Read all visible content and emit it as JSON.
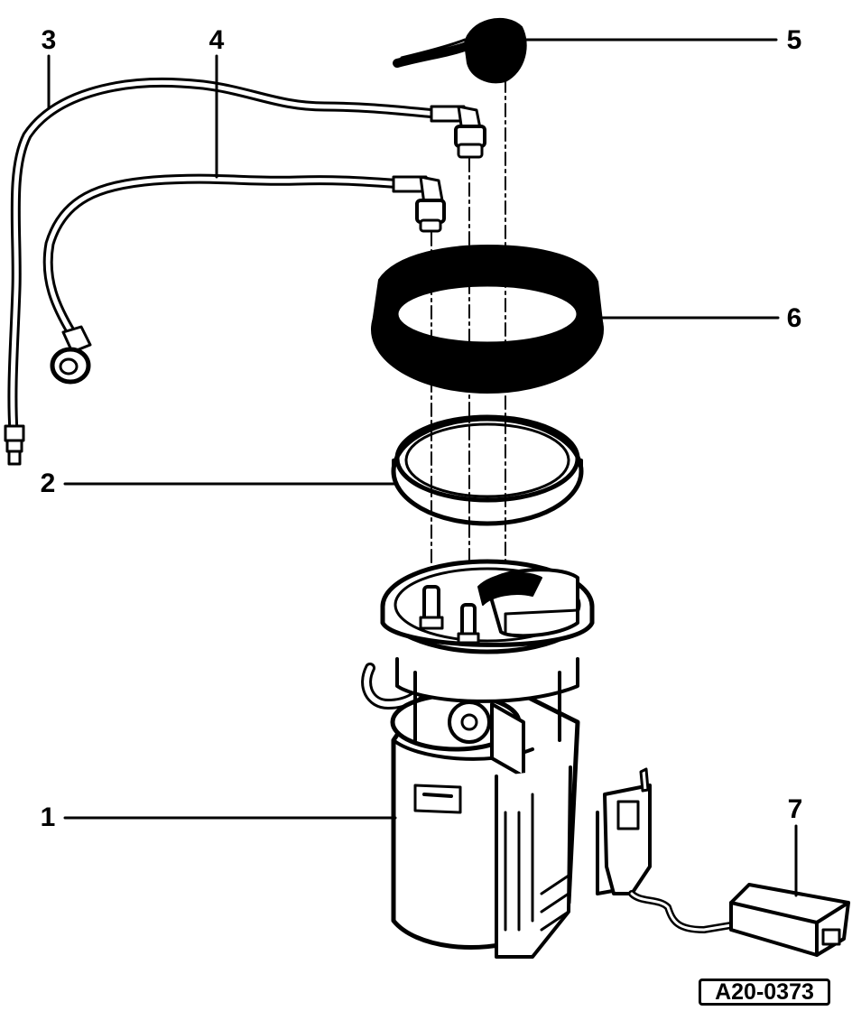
{
  "labels": {
    "l1": "1",
    "l2": "2",
    "l3": "3",
    "l4": "4",
    "l5": "5",
    "l6": "6",
    "l7": "7"
  },
  "figure_code": "A20-0373"
}
